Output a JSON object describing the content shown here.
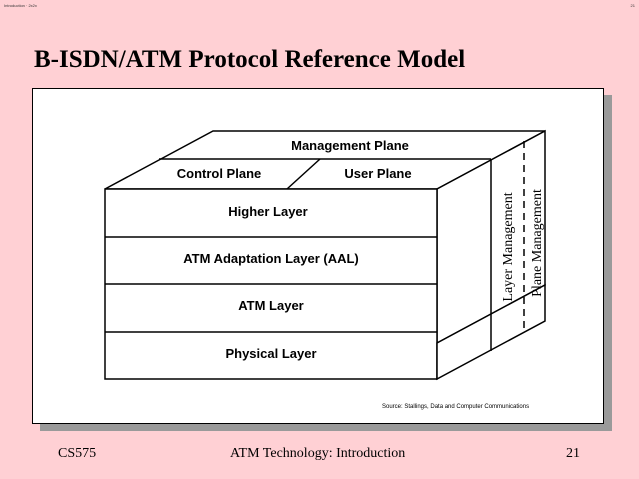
{
  "header": {
    "left_small": "Introduction · 2x2x",
    "right_small": "21"
  },
  "slide": {
    "title": "B-ISDN/ATM Protocol Reference Model"
  },
  "diagram": {
    "management_plane": "Management Plane",
    "control_plane": "Control Plane",
    "user_plane": "User Plane",
    "layers": [
      "Higher Layer",
      "ATM Adaptation Layer (AAL)",
      "ATM Layer",
      "Physical Layer"
    ],
    "layer_management": "Layer Management",
    "plane_management": "Plane Management",
    "source": "Source: Stallings, Data and Computer Communications"
  },
  "footer": {
    "course": "CS575",
    "topic": "ATM Technology: Introduction",
    "page": "21"
  }
}
